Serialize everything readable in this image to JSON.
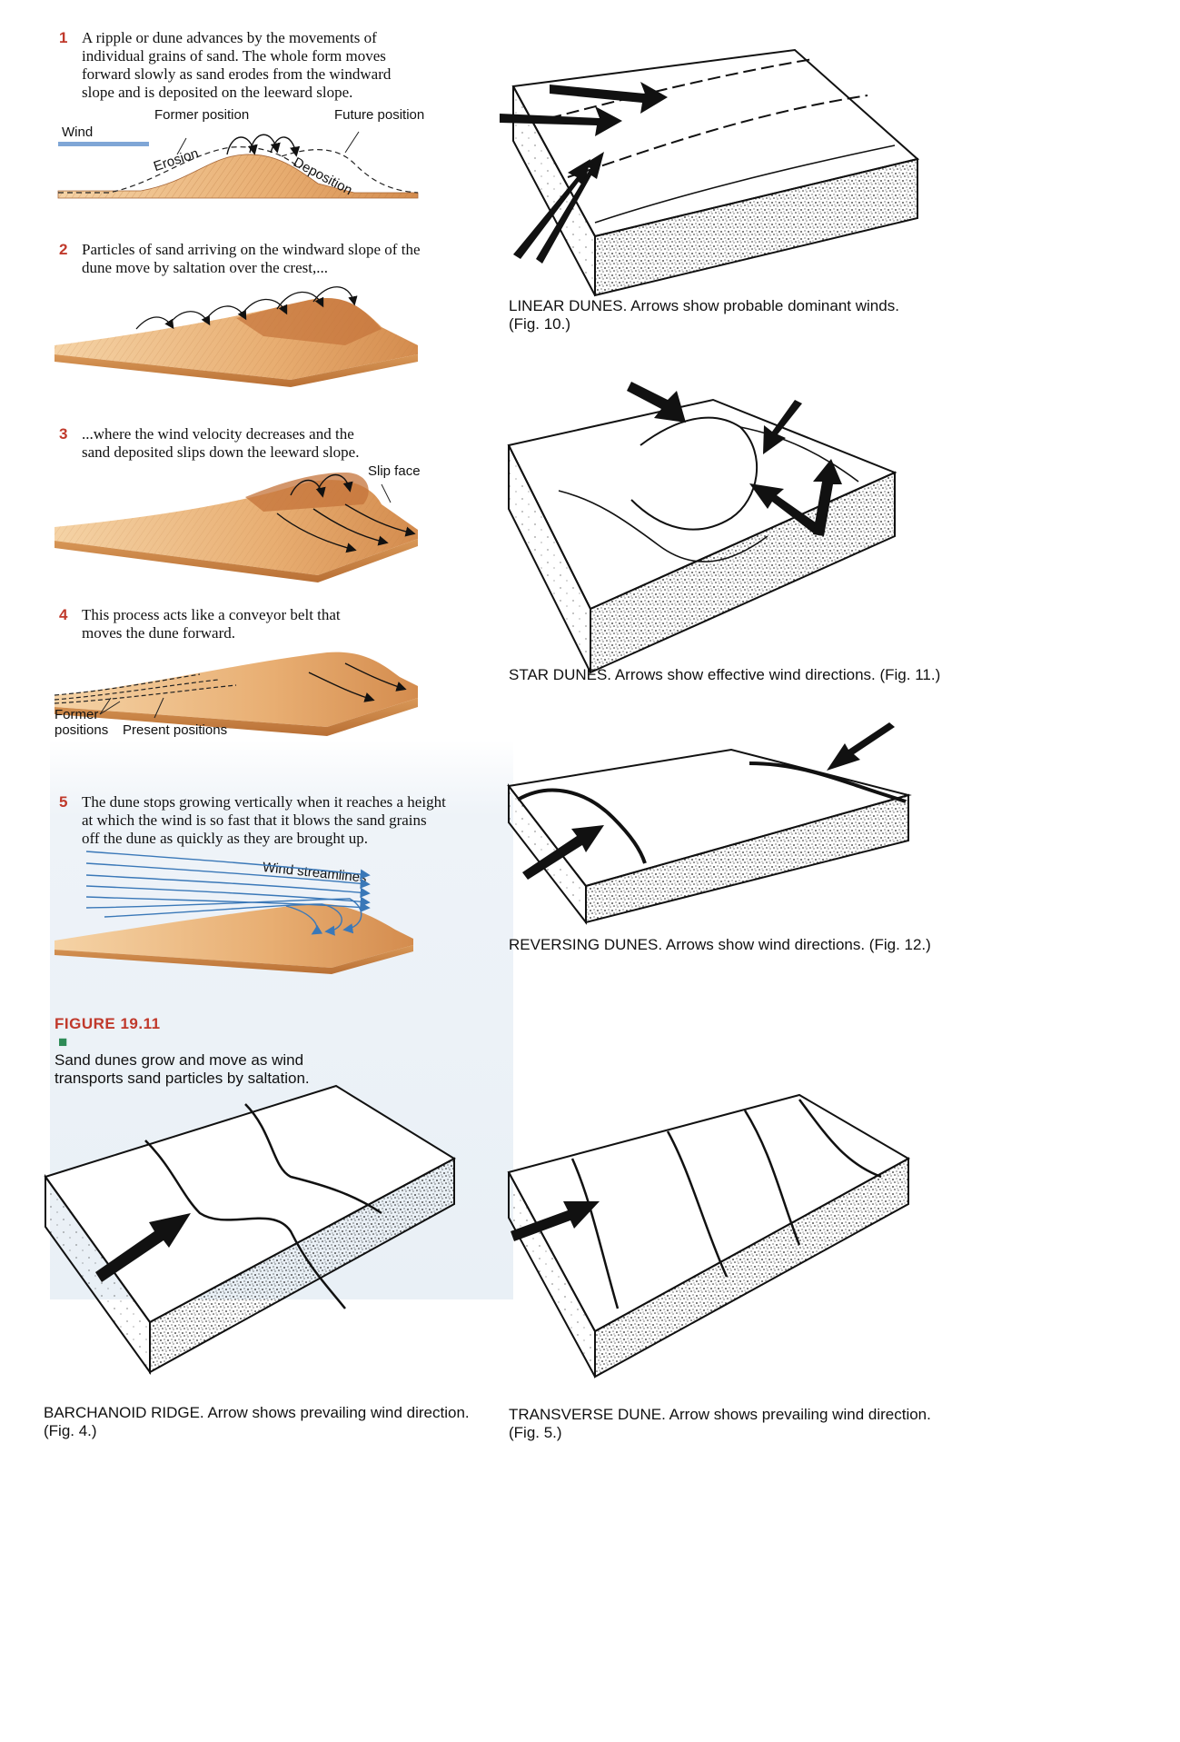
{
  "left_panel": {
    "steps": [
      {
        "num": "1",
        "text": "A ripple or dune advances by the movements of\nindividual grains of sand. The whole form moves\nforward slowly as sand erodes from the windward\nslope and is deposited on the leeward slope."
      },
      {
        "num": "2",
        "text": "Particles of sand arriving on the windward slope of the\ndune move by saltation over the crest,..."
      },
      {
        "num": "3",
        "text": "...where the wind velocity decreases and the\nsand deposited slips down the leeward slope."
      },
      {
        "num": "4",
        "text": "This process acts like a conveyor belt that\nmoves the dune forward."
      },
      {
        "num": "5",
        "text": "The dune stops growing vertically when it reaches a height\nat which the wind is so fast that it blows the sand grains\noff the dune as quickly as they are brought up."
      }
    ],
    "labels": {
      "wind": "Wind",
      "former_position": "Former position",
      "future_position": "Future position",
      "erosion": "Erosion",
      "deposition": "Deposition",
      "slip_face": "Slip face",
      "former_positions": "Former\npositions",
      "present_positions": "Present positions",
      "wind_streamlines": "Wind streamlines"
    },
    "figure": {
      "number": "FIGURE 19.11",
      "bullet": "■",
      "caption": "Sand dunes grow and move as wind\ntransports sand particles by saltation."
    }
  },
  "right_panel": {
    "linear": {
      "title": "LINEAR DUNES.",
      "desc": "Arrows show probable dominant winds.\n(Fig. 10.)"
    },
    "star": {
      "title": "STAR DUNES.",
      "desc": "Arrows show effective wind directions. (Fig. 11.)"
    },
    "reversing": {
      "title": "REVERSING DUNES.",
      "desc": "Arrows show wind directions. (Fig. 12.)"
    }
  },
  "bottom": {
    "barchanoid": {
      "title": "BARCHANOID RIDGE.",
      "desc": "Arrow shows prevailing wind direction.\n(Fig. 4.)"
    },
    "transverse": {
      "title": "TRANSVERSE DUNE.",
      "desc": "Arrow shows prevailing wind direction.\n(Fig. 5.)"
    }
  },
  "colors": {
    "sand_light": "#f1c894",
    "sand_mid": "#e3a466",
    "sand_dark": "#c77a3e",
    "accent_red": "#c0392b",
    "wind_blue": "#3a78b8",
    "ink": "#111111"
  }
}
